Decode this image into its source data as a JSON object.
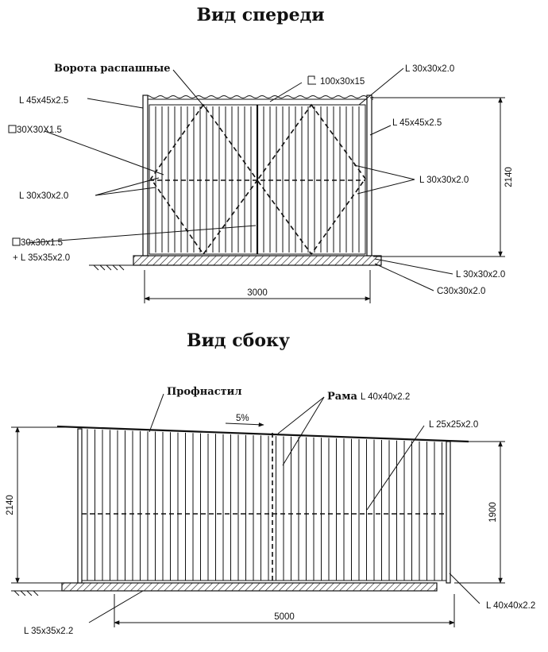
{
  "front": {
    "title": "Вид спереди",
    "gate_label": "Ворота распашные",
    "labels": {
      "top_profile": "100x30x15",
      "top_right": "L 30x30x2.0",
      "left_top": "L 45x45x2.5",
      "right_top": "L 45x45x2.5",
      "tube_top": "30X30X1.5",
      "left_mid": "L 30x30x2.0",
      "right_mid": "L 30x30x2.0",
      "tube_bottom_1": "30x30x1.5",
      "tube_bottom_2": "+ L 35x35x2.0",
      "bottom_right_1": "L 30x30x2.0",
      "bottom_right_2": "С30x30x2.0"
    },
    "dim_width": "3000",
    "dim_height": "2140"
  },
  "side": {
    "title": "Вид сбоку",
    "labels": {
      "profnastil": "Профнастил",
      "frame_word": "Рама",
      "frame_size": "L 40x40x2.2",
      "slope": "5%",
      "angle_top": "L 25x25x2.0",
      "bottom_left": "L 35x35x2.2",
      "bottom_right": "L 40x40x2.2"
    },
    "dim_width": "5000",
    "dim_height_left": "2140",
    "dim_height_right": "1900"
  }
}
